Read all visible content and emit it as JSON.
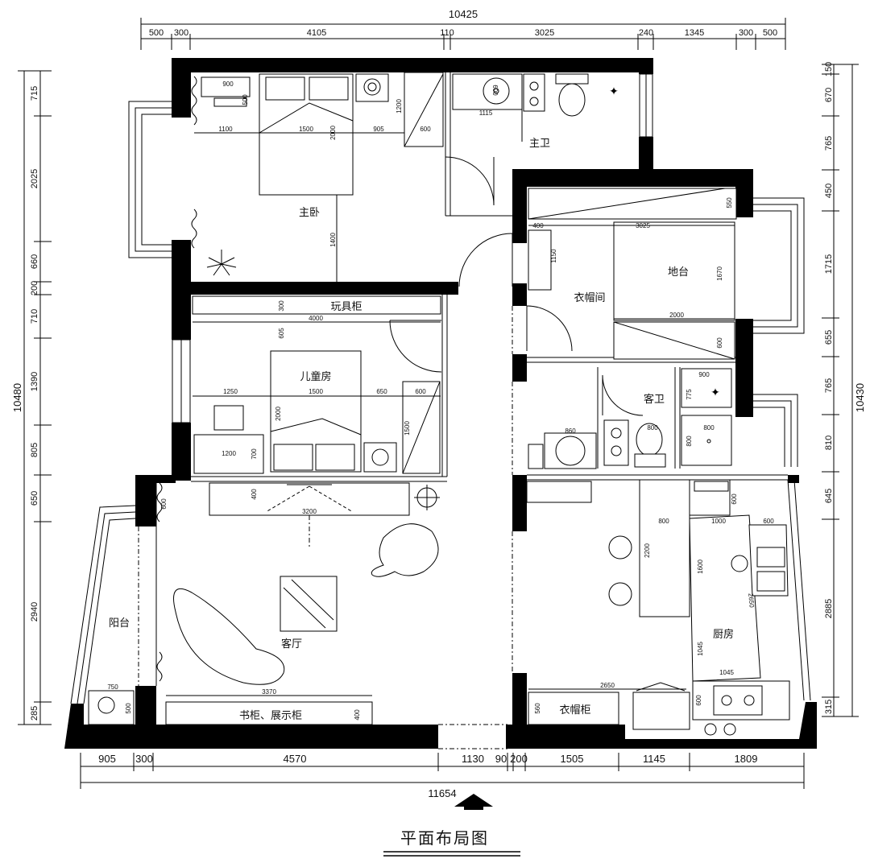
{
  "title": "平面布局图",
  "dims": {
    "top_total": "10425",
    "top": [
      "500",
      "300",
      "4105",
      "110",
      "3025",
      "240",
      "1345",
      "300",
      "500"
    ],
    "bottom_total": "11654",
    "bottom": [
      "905",
      "300",
      "4570",
      "1130",
      "90",
      "200",
      "1505",
      "1145",
      "1809"
    ],
    "left_total": "10480",
    "left": [
      "715",
      "2025",
      "660",
      "200",
      "710",
      "1390",
      "805",
      "650",
      "2940",
      "285"
    ],
    "right_total": "10430",
    "right": [
      "150",
      "670",
      "765",
      "450",
      "1715",
      "655",
      "765",
      "810",
      "645",
      "2885",
      "315"
    ]
  },
  "rooms": {
    "master_bedroom": "主卧",
    "master_bath": "主卫",
    "cloakroom": "衣帽间",
    "platform": "地台",
    "toy_cabinet": "玩具柜",
    "kids_room": "儿童房",
    "guest_bath": "客卫",
    "balcony": "阳台",
    "living_room": "客厅",
    "kitchen": "厨房",
    "bookcase": "书柜、展示柜",
    "coat_cabinet": "衣帽柜"
  },
  "inner_dims": {
    "mb": [
      "900",
      "500",
      "1100",
      "1500",
      "2000",
      "905",
      "1200",
      "600",
      "1400"
    ],
    "bath": [
      "600",
      "1115"
    ],
    "cloak": [
      "400",
      "1150",
      "3025",
      "550",
      "1670",
      "2000",
      "600"
    ],
    "kids": [
      "300",
      "4000",
      "605",
      "1250",
      "1500",
      "650",
      "600",
      "2000",
      "1500",
      "1200",
      "700"
    ],
    "living": [
      "400",
      "3200",
      "600",
      "3370",
      "400"
    ],
    "balcony": [
      "750",
      "500"
    ],
    "guest_bath": [
      "900",
      "775",
      "860",
      "800",
      "800",
      "800"
    ],
    "kitchen": [
      "600",
      "800",
      "1000",
      "600",
      "2200",
      "1600",
      "2650",
      "1045",
      "1045"
    ],
    "coat": [
      "2650",
      "560",
      "600"
    ]
  }
}
